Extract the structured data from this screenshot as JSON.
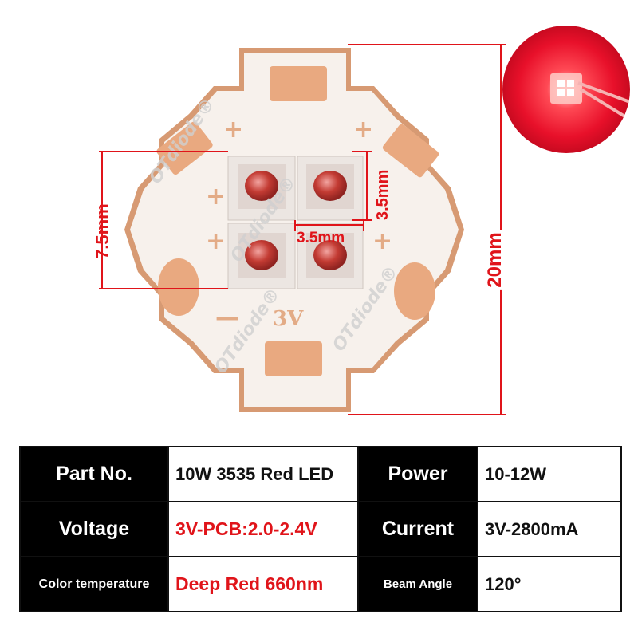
{
  "dimensions": {
    "module_height": "7.5mm",
    "chip_height": "3.5mm",
    "chip_width": "3.5mm",
    "board_diameter": "20mm"
  },
  "board": {
    "plus_mark": "+",
    "minus_mark": "—",
    "voltage_mark": "3V",
    "watermark": "OTdiode®"
  },
  "specs": {
    "part_no_label": "Part No.",
    "part_no_value": "10W 3535 Red LED",
    "power_label": "Power",
    "power_value": "10-12W",
    "voltage_label": "Voltage",
    "voltage_value": "3V-PCB:2.0-2.4V",
    "current_label": "Current",
    "current_value": "3V-2800mA",
    "color_temp_label": "Color temperature",
    "color_temp_value": "Deep Red 660nm",
    "beam_angle_label": "Beam Angle",
    "beam_angle_value": "120°"
  },
  "colors": {
    "dimension_red": "#e0141a",
    "pcb_white": "#f7f1ec",
    "copper_pad": "#e9a980",
    "led_red": "#c73a32"
  }
}
